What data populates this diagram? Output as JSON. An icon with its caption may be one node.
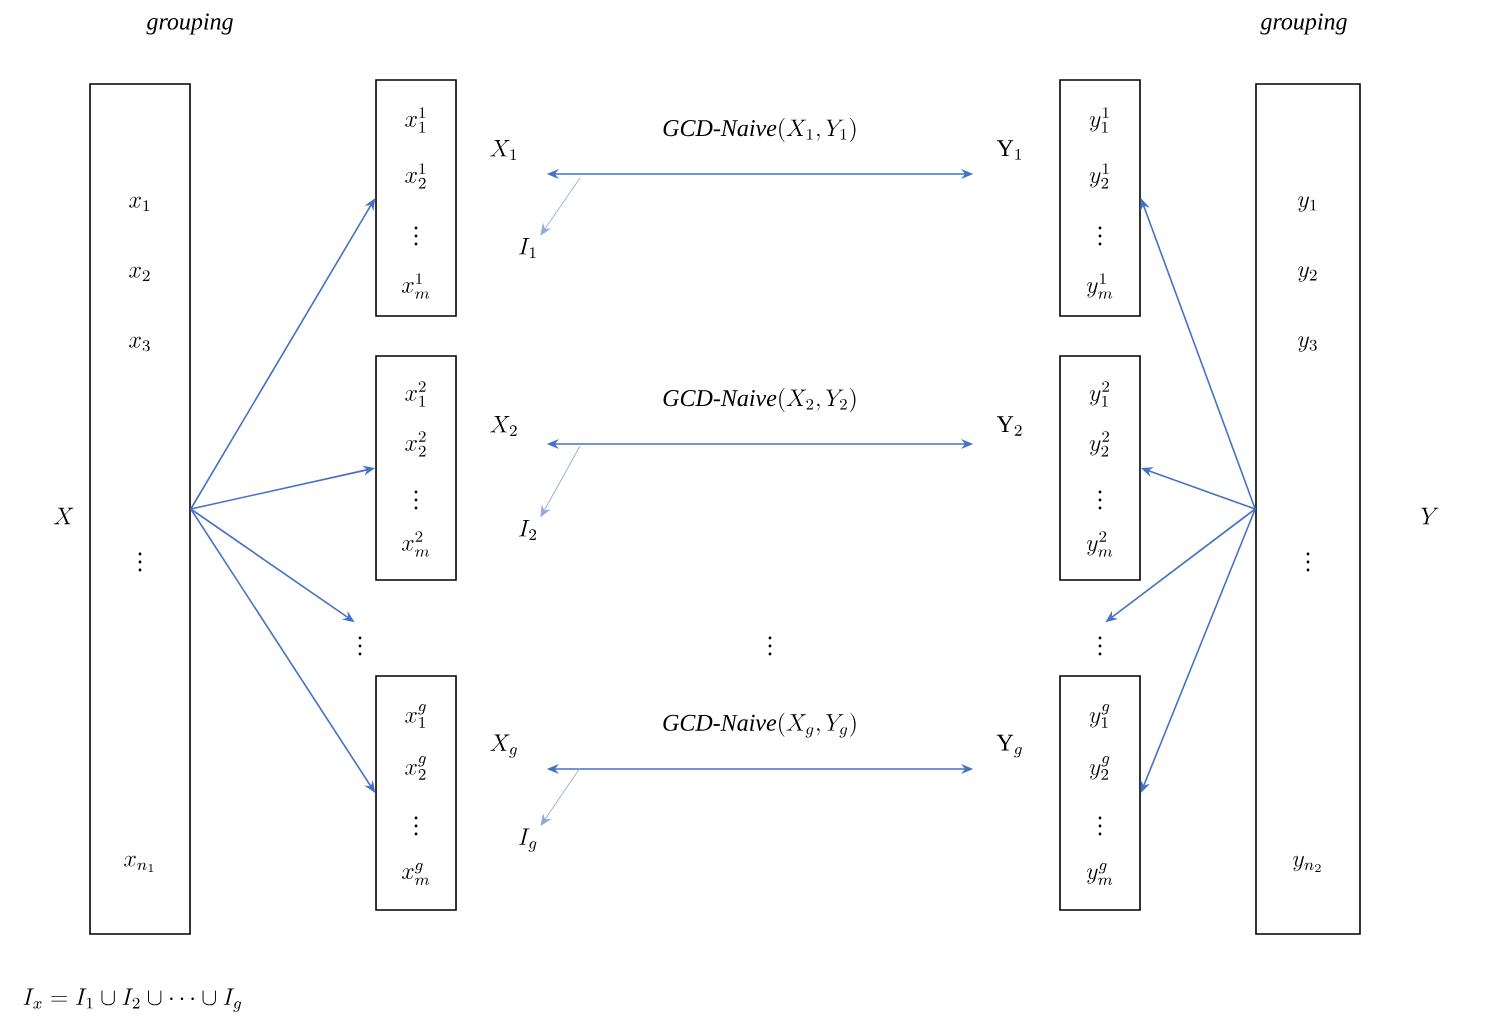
{
  "diagram": {
    "nodes": [
      {
        "text": [
          "x_1",
          "x_2",
          "x_3",
          "\\vdots",
          "x_{n_1}"
        ],
        "beside": [
          "X"
        ]
      },
      {
        "text": [
          "x_1^1",
          "x_2^1",
          "\\vdots",
          "x_m^1"
        ],
        "beside": [
          "X_1"
        ]
      },
      {
        "text": [
          "x_1^2",
          "x_2^2",
          "\\vdots",
          "x_m^2"
        ],
        "beside": [
          "X_2"
        ]
      },
      {
        "text": [
          "\\vdots"
        ]
      },
      {
        "text": [
          "x_1^g",
          "x_2^g",
          "\\vdots",
          "x_m^g"
        ],
        "beside": [
          "X_g"
        ]
      },
      {
        "text": [
          "I_1"
        ]
      },
      {
        "text": [
          "I_2"
        ]
      },
      {
        "text": [
          "I_g"
        ]
      },
      {
        "text": [
          "y_1^1",
          "y_2^1",
          "\\vdots",
          "y_m^1"
        ],
        "beside": [
          "\\mathrm{Y}_1"
        ]
      },
      {
        "text": [
          "y_1^2",
          "y_2^2",
          "\\vdots",
          "y_m^2"
        ],
        "beside": [
          "\\mathrm{Y}_2"
        ]
      },
      {
        "text": [
          "\\vdots"
        ]
      },
      {
        "text": [
          "y_1^g",
          "y_2^g",
          "\\vdots",
          "y_m^g"
        ],
        "beside": [
          "\\mathrm{Y}_g"
        ]
      },
      {
        "text": [
          "y_1",
          "y_2",
          "y_3",
          "\\vdots",
          "y_{n_2}"
        ],
        "beside": [
          "Y"
        ]
      }
    ],
    "edges": [
      {
        "from": 0,
        "to": 1,
        "arrow": "to"
      },
      {
        "from": 0,
        "to": 2,
        "arrow": "to"
      },
      {
        "from": 0,
        "to": 3,
        "arrow": "to"
      },
      {
        "from": 0,
        "to": 4,
        "arrow": "to"
      },
      {
        "from": 1,
        "to": 8,
        "arrow": "both",
        "label": "\\textit{GCD-Naive}(X_1, Y_1)"
      },
      {
        "from": 2,
        "to": 9,
        "arrow": "both",
        "label": "\\textit{GCD-Naive}(X_2, Y_2)"
      },
      {
        "from": 4,
        "to": 11,
        "arrow": "both",
        "label": "\\textit{GCD-Naive}(X_g, Y_g)"
      },
      {
        "from": null,
        "to": 5,
        "arrow": "to",
        "color": "#8faadc"
      },
      {
        "from": null,
        "to": 6,
        "arrow": "to",
        "color": "#8faadc"
      },
      {
        "from": null,
        "to": 7,
        "arrow": "to",
        "color": "#8faadc"
      },
      {
        "from": 12,
        "to": 8,
        "arrow": "to"
      },
      {
        "from": 12,
        "to": 9,
        "arrow": "to"
      },
      {
        "from": 12,
        "to": 10,
        "arrow": "to"
      },
      {
        "from": 12,
        "to": 11,
        "arrow": "to"
      }
    ],
    "labels": [
      "grouping",
      "grouping",
      "\\vdots",
      "I_x = I_1 \\cup I_2 \\cup \\cdots \\cup I_g"
    ]
  }
}
